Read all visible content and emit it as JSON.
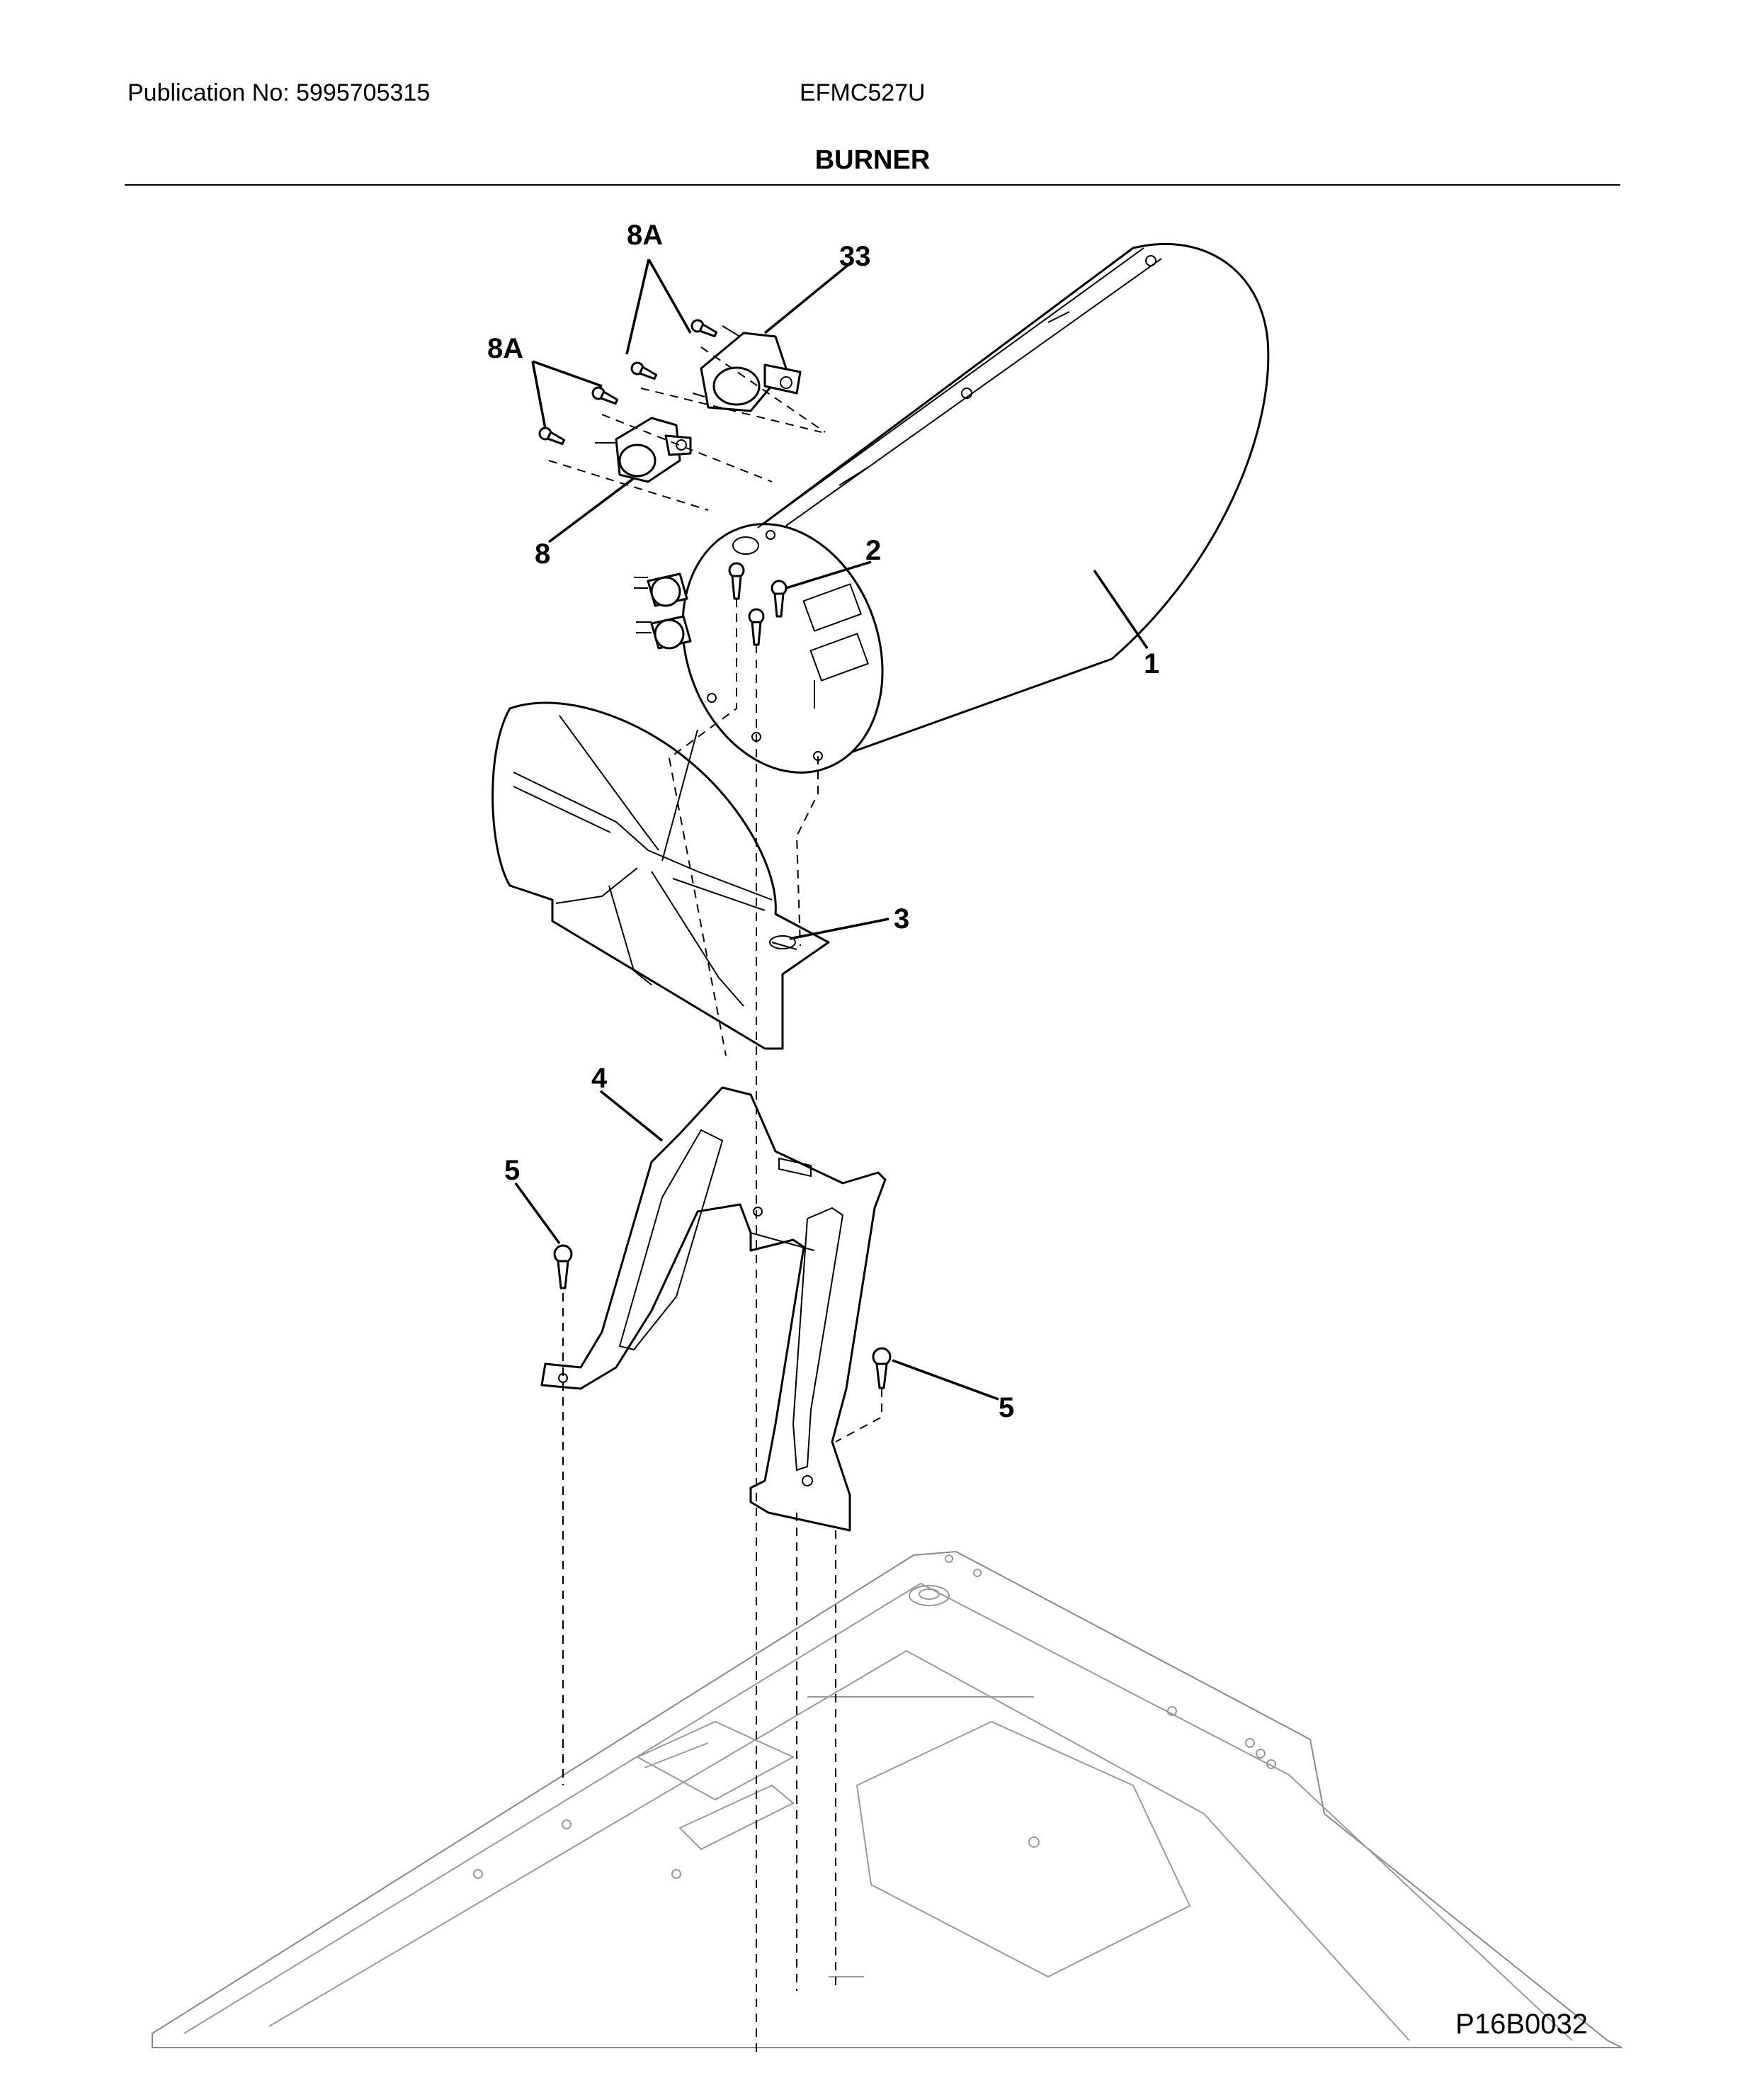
{
  "header": {
    "publication": "Publication No: 5995705315",
    "model": "EFMC527U",
    "title": "BURNER"
  },
  "footer": {
    "diagram_code": "P16B0032"
  },
  "callouts": {
    "c8a_top": "8A",
    "c33": "33",
    "c8a_left": "8A",
    "c8": "8",
    "c2": "2",
    "c1": "1",
    "c3": "3",
    "c4": "4",
    "c5_left": "5",
    "c5_right": "5"
  }
}
